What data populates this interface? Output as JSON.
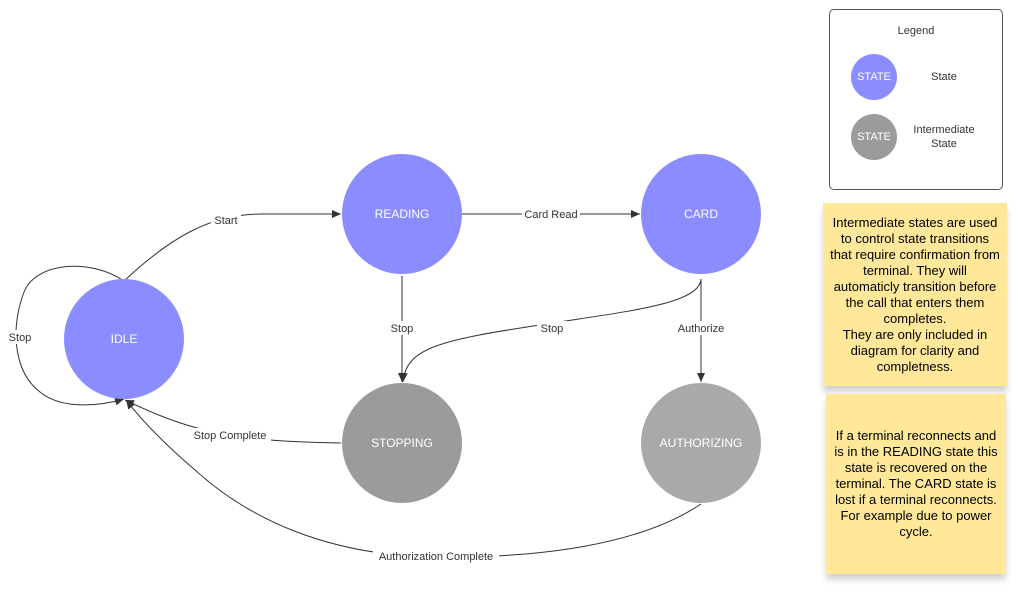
{
  "colors": {
    "state": "#8a8cff",
    "intermediate": "#9b9b9b",
    "intermediate_light": "#a9a9a9",
    "note": "#ffe89a"
  },
  "nodes": {
    "idle": "IDLE",
    "reading": "READING",
    "card": "CARD",
    "stopping": "STOPPING",
    "authorizing": "AUTHORIZING"
  },
  "edges": {
    "start": "Start",
    "card_read": "Card Read",
    "stop_idle": "Stop",
    "stop_reading": "Stop",
    "stop_card": "Stop",
    "authorize": "Authorize",
    "stop_complete": "Stop Complete",
    "authorization_complete": "Authorization Complete"
  },
  "legend": {
    "title": "Legend",
    "state_swatch": "STATE",
    "state_label": "State",
    "intermediate_swatch": "STATE",
    "intermediate_label_line1": "Intermediate",
    "intermediate_label_line2": "State"
  },
  "notes": {
    "intermediate": [
      "Intermediate states are used",
      "to control state transitions",
      "that require confirmation from",
      "terminal. They will",
      "automaticly transition before",
      "the call that enters them",
      "completes.",
      "They are only included in",
      "diagram for clarity and",
      "completness."
    ],
    "reconnect": [
      "If a terminal reconnects and",
      "is in the READING state this",
      "state is recovered on the",
      "terminal. The CARD state is",
      "lost if a terminal reconnects.",
      "For example due to power",
      "cycle."
    ]
  }
}
